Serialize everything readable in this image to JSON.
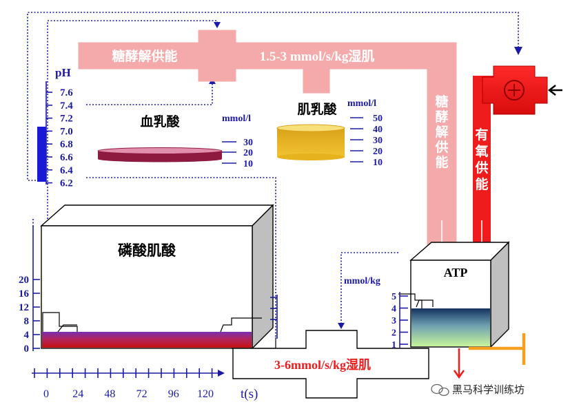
{
  "flows": {
    "glycolysis_pipe_label": "糖酵解供能",
    "glycolysis_rate": "1.5-3 mmol/s/kg湿肌",
    "glycolysis_vertical_label": "糖酵解供能",
    "aerobic_vertical_label": "有氧供能",
    "phosphocreatine_rate": "3-6mmol/s/kg湿肌"
  },
  "ph_scale": {
    "title": "pH",
    "ticks": [
      "7.6",
      "7.4",
      "7.2",
      "7.0",
      "6.8",
      "6.6",
      "6.4",
      "6.2"
    ]
  },
  "blood_lactate": {
    "label": "血乳酸",
    "unit": "mmol/l",
    "ticks": [
      "30",
      "20",
      "10"
    ]
  },
  "muscle_lactate": {
    "label": "肌乳酸",
    "unit": "mmol/l",
    "ticks": [
      "50",
      "40",
      "30",
      "20",
      "10"
    ]
  },
  "phosphocreatine": {
    "label": "磷酸肌酸",
    "ticks": [
      "20",
      "16",
      "12",
      "8",
      "4",
      "0"
    ]
  },
  "atp": {
    "label": "ATP",
    "unit": "mmol/kg",
    "ticks": [
      "5",
      "4",
      "3",
      "2",
      "1"
    ]
  },
  "time_axis": {
    "ticks": [
      "0",
      "24",
      "48",
      "72",
      "96",
      "120"
    ],
    "label": "t(s)"
  },
  "watermark": {
    "text": "黑马科学训练坊"
  },
  "colors": {
    "glycolysis_pipe": "#f4aaaa",
    "aerobic_pipe": "#ee1c1c",
    "scale_blue": "#1a1aa6",
    "blood_lactate_disc": "#8f1a40",
    "muscle_lactate_disc": "#e6b21e",
    "atp_liquid_top": "#173a6e",
    "atp_liquid_bottom": "#c6f59a",
    "pcr_bar_top": "#7d2ca8",
    "pcr_bar_bottom": "#c81414",
    "orange_lever": "#f5a01e"
  }
}
